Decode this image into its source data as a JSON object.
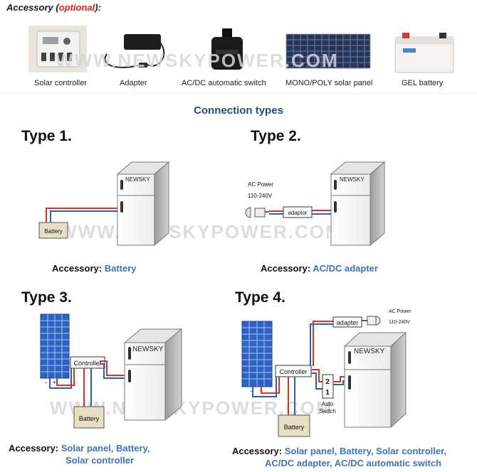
{
  "header": {
    "title_prefix": "Accessory (",
    "title_optional": "optional",
    "title_suffix": "):"
  },
  "accessories": [
    {
      "label": "Solar controller",
      "icon": "solar-controller-icon"
    },
    {
      "label": "Adapter",
      "icon": "adapter-icon"
    },
    {
      "label": "AC/DC automatic switch",
      "icon": "auto-switch-icon"
    },
    {
      "label": "MONO/POLY solar panel",
      "icon": "solar-panel-icon"
    },
    {
      "label": "GEL battery",
      "icon": "gel-battery-icon"
    }
  ],
  "section_title": "Connection types",
  "watermark": "WWW.NEWSKYPOWER.COM",
  "brand": "NEWSKY",
  "types": [
    {
      "title": "Type 1.",
      "acc_label": "Accessory: ",
      "acc_items_line1": "Battery",
      "acc_items_line2": ""
    },
    {
      "title": "Type 2.",
      "acc_label": "Accessory: ",
      "acc_items_line1": "AC/DC adapter",
      "acc_items_line2": ""
    },
    {
      "title": "Type 3.",
      "acc_label": "Accessory: ",
      "acc_items_line1": "Solar panel, Battery,",
      "acc_items_line2": "Solar controller"
    },
    {
      "title": "Type 4.",
      "acc_label": "Accessory: ",
      "acc_items_line1": "Solar panel, Battery, Solar controller,",
      "acc_items_line2": "AC/DC adapter, AC/DC automatic switch"
    }
  ],
  "labels": {
    "battery": "Battery",
    "controller": "Controller",
    "adaptor": "adaptor",
    "adapter": "adapter",
    "ac_power": "AC Power",
    "voltage": "110-240V",
    "auto": "Auto",
    "switch": "Switch",
    "sw1": "2",
    "sw2": "1",
    "minus": "-",
    "plus": "+"
  },
  "colors": {
    "wire_red": "#d9312c",
    "wire_blue": "#2f5fb0",
    "accent_blue": "#3f74b6",
    "title_blue": "#2a4a78",
    "optional_red": "#e02020"
  }
}
